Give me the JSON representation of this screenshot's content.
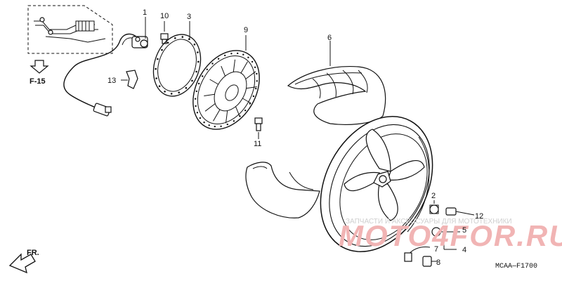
{
  "callouts": [
    {
      "id": "c1",
      "text": "1"
    },
    {
      "id": "c2",
      "text": "2"
    },
    {
      "id": "c3",
      "text": "3"
    },
    {
      "id": "c4",
      "text": "4"
    },
    {
      "id": "c5",
      "text": "5"
    },
    {
      "id": "c6",
      "text": "6"
    },
    {
      "id": "c7",
      "text": "7"
    },
    {
      "id": "c8",
      "text": "8"
    },
    {
      "id": "c9",
      "text": "9"
    },
    {
      "id": "c10",
      "text": "10"
    },
    {
      "id": "c11",
      "text": "11"
    },
    {
      "id": "c12",
      "text": "12"
    },
    {
      "id": "c13",
      "text": "13"
    }
  ],
  "reference": {
    "text": "F-15"
  },
  "direction": {
    "text": "FR."
  },
  "diagram_code": {
    "text": "MCAA—F1700"
  },
  "watermark": {
    "tagline": "ЗАПЧАСТИ И АКСЕССУАРЫ ДЛЯ МОТОТЕХНИКИ",
    "brand": "MOTO4FOR.RU"
  }
}
